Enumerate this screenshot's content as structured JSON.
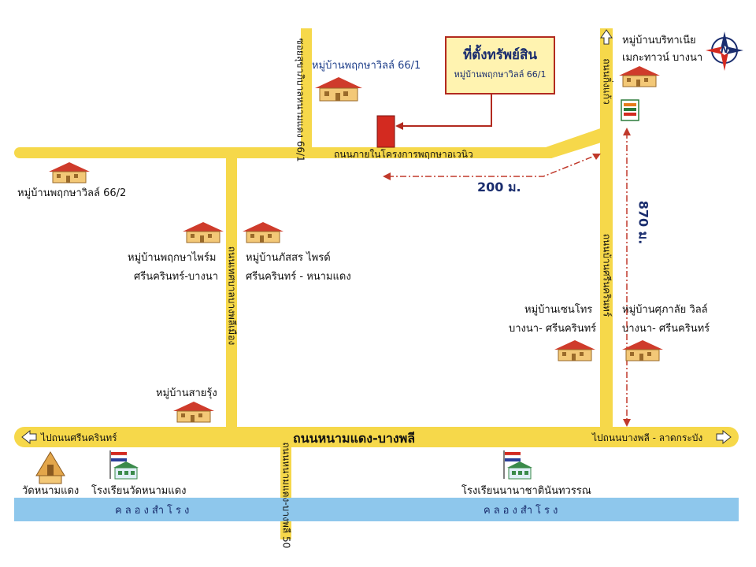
{
  "callout": {
    "title": "ที่ตั้งทรัพย์สิน",
    "subtitle": "หมู่บ้านพฤกษาวิลล์ 66/1"
  },
  "villages": {
    "v1": "หมู่บ้านพฤกษาวิลล์ 66/1",
    "v2": "หมู่บ้านพฤกษาวิลล์ 66/2",
    "v3_line1": "หมู่บ้านพฤกษาไพร์ม",
    "v3_line2": "ศรีนครินทร์-บางนา",
    "v4_line1": "หมู่บ้านภัสสร ไพรด์",
    "v4_line2": "ศรีนครินทร์ - หนามแดง",
    "v5": "หมู่บ้านสายรุ้ง",
    "v6_line1": "หมู่บ้านเซนโทร",
    "v6_line2": "บางนา- ศรีนครินทร์",
    "v7_line1": "หมู่บ้านศุภาลัย วิลล์",
    "v7_line2": "บางนา- ศรีนครินทร์",
    "v8_line1": "หมู่บ้านบริทาเนีย",
    "v8_line2": "เมกะทาวน์ บางนา"
  },
  "roads": {
    "inner_road": "ถนนภายในโครงการพฤกษาอเวนิว",
    "soi_top": "ซอยสุขาภิบาลหนามแดง 66/1",
    "road_mid": "ถนนเทศบาลบางพลีเมือง",
    "road_right": "ถนนบ้านศรีนครินทร์",
    "road_top_right": "ถนนกิ่งแก้ว",
    "main_road": "ถนนหนามแดง-บางพลี",
    "to_left": "ไปถนนศรีนครินทร์",
    "to_right": "ไปถนนบางพลี - ลาดกระบัง",
    "road_bottom": "ถนนหนามแดง-บางพลี 50"
  },
  "distances": {
    "horizontal": "200 ม.",
    "vertical": "870 ม."
  },
  "places": {
    "temple": "วัดหนามแดง",
    "school1": "โรงเรียนวัดหนามแดง",
    "school2": "โรงเรียนนานาชาตินันทวรรณ"
  },
  "canal": {
    "label_left": "คลองสำโรง",
    "label_right": "คลองสำโรง"
  },
  "compass": {
    "letter": "N"
  },
  "colors": {
    "road": "#f6d84a",
    "canal": "#8ec7ec",
    "marker": "#d32a20",
    "arrow": "#c0392b",
    "house_roof": "#cf3b2b",
    "house_wall": "#f3c877"
  }
}
